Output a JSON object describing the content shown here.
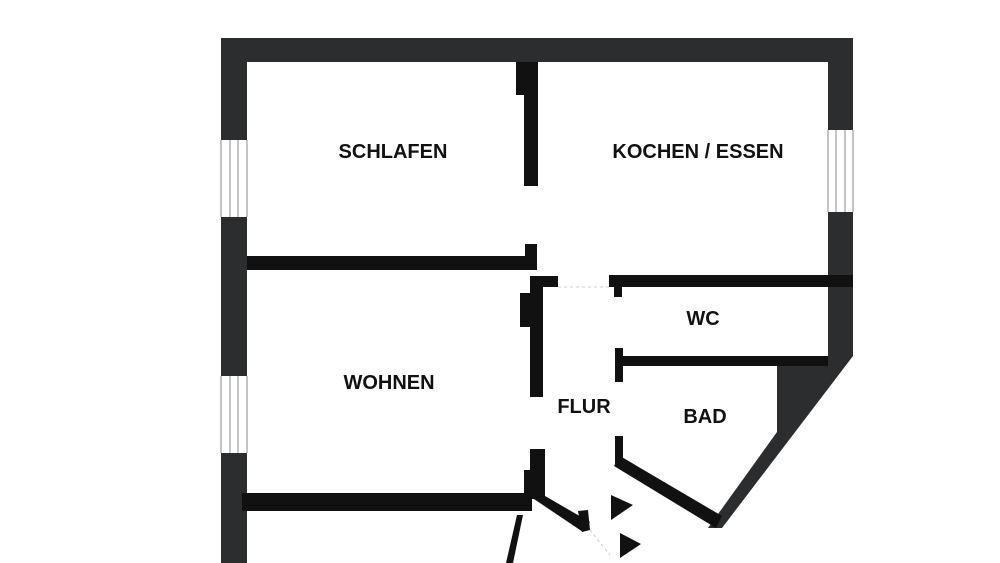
{
  "colors": {
    "wall": "#2b2d2f",
    "partition": "#111111",
    "window_glass": "#ffffff",
    "window_frame": "#888888",
    "background": "#ffffff"
  },
  "rooms": {
    "schlafen": "SCHLAFEN",
    "kochen_essen": "KOCHEN / ESSEN",
    "wc": "WC",
    "wohnen": "WOHNEN",
    "flur": "FLUR",
    "bad": "BAD"
  },
  "entrance_markers": 2
}
